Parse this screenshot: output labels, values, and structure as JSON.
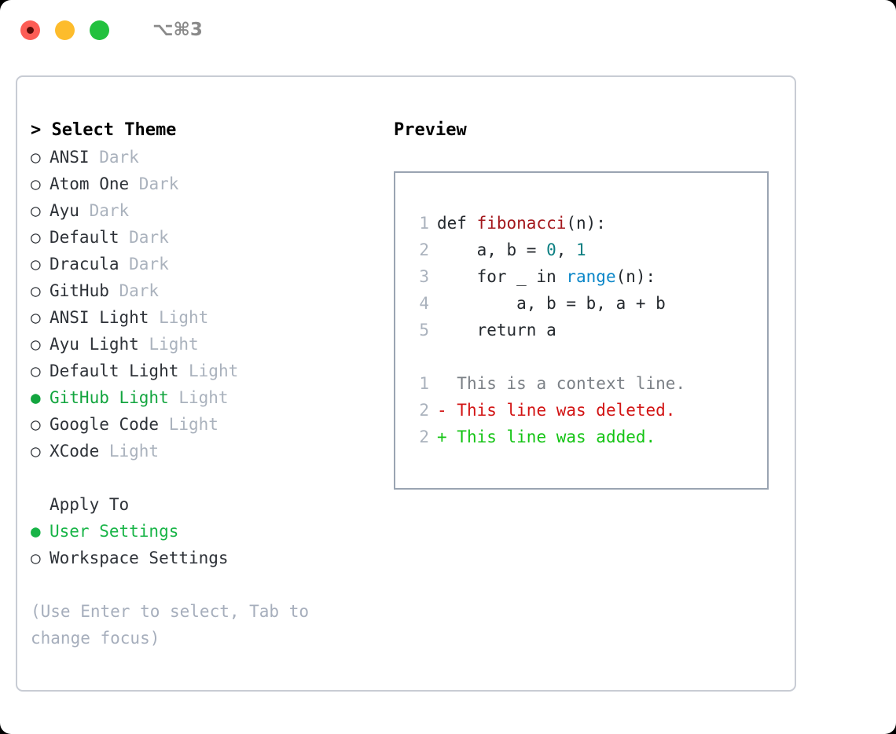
{
  "titlebar": {
    "shortcut": "⌥⌘3",
    "buttons": [
      {
        "name": "close",
        "color": "#fd5d55"
      },
      {
        "name": "minimize",
        "color": "#fdbc2c"
      },
      {
        "name": "maximize",
        "color": "#22c13e"
      }
    ]
  },
  "theme_list": {
    "header": "> Select Theme",
    "bullet_selected": "●",
    "bullet_unselected": "○",
    "items": [
      {
        "name": "ANSI",
        "mode": "Dark",
        "selected": false
      },
      {
        "name": "Atom One",
        "mode": "Dark",
        "selected": false
      },
      {
        "name": "Ayu",
        "mode": "Dark",
        "selected": false
      },
      {
        "name": "Default",
        "mode": "Dark",
        "selected": false
      },
      {
        "name": "Dracula",
        "mode": "Dark",
        "selected": false
      },
      {
        "name": "GitHub",
        "mode": "Dark",
        "selected": false
      },
      {
        "name": "ANSI Light",
        "mode": "Light",
        "selected": false
      },
      {
        "name": "Ayu Light",
        "mode": "Light",
        "selected": false
      },
      {
        "name": "Default Light",
        "mode": "Light",
        "selected": false
      },
      {
        "name": "GitHub Light",
        "mode": "Light",
        "selected": true
      },
      {
        "name": "Google Code",
        "mode": "Light",
        "selected": false
      },
      {
        "name": "XCode",
        "mode": "Light",
        "selected": false
      }
    ]
  },
  "apply_to": {
    "header": "Apply To",
    "options": [
      {
        "label": "User Settings",
        "selected": true
      },
      {
        "label": "Workspace Settings",
        "selected": false
      }
    ]
  },
  "hint": "(Use Enter to select, Tab to change focus)",
  "preview": {
    "header": "Preview",
    "code_lines": [
      {
        "num": "1",
        "segments": [
          {
            "text": "def ",
            "style": "plain"
          },
          {
            "text": "fibonacci",
            "style": "fn"
          },
          {
            "text": "(n):",
            "style": "plain"
          }
        ]
      },
      {
        "num": "2",
        "segments": [
          {
            "text": "    a, b = ",
            "style": "plain"
          },
          {
            "text": "0",
            "style": "num"
          },
          {
            "text": ", ",
            "style": "plain"
          },
          {
            "text": "1",
            "style": "num"
          }
        ]
      },
      {
        "num": "3",
        "segments": [
          {
            "text": "    for _ in ",
            "style": "plain"
          },
          {
            "text": "range",
            "style": "blue"
          },
          {
            "text": "(n):",
            "style": "plain"
          }
        ]
      },
      {
        "num": "4",
        "segments": [
          {
            "text": "        a, b = b, a + b",
            "style": "plain"
          }
        ]
      },
      {
        "num": "5",
        "segments": [
          {
            "text": "    return a",
            "style": "plain"
          }
        ]
      }
    ],
    "diff_lines": [
      {
        "num": "1",
        "marker": " ",
        "text": " This is a context line.",
        "kind": "ctx"
      },
      {
        "num": "2",
        "marker": "-",
        "text": " This line was deleted.",
        "kind": "del"
      },
      {
        "num": "2",
        "marker": "+",
        "text": " This line was added.",
        "kind": "add"
      }
    ]
  },
  "colors": {
    "accent_green": "#13a53f",
    "apply_green": "#18b447",
    "muted": "#aab2bd",
    "hint": "#a6aebc",
    "diff_delete": "#d21414",
    "diff_add": "#14c414",
    "function": "#a3171c",
    "number": "#0b7f82",
    "builtin": "#0a86c8",
    "border": "#c8ccd4",
    "preview_border": "#9aa4b2"
  }
}
